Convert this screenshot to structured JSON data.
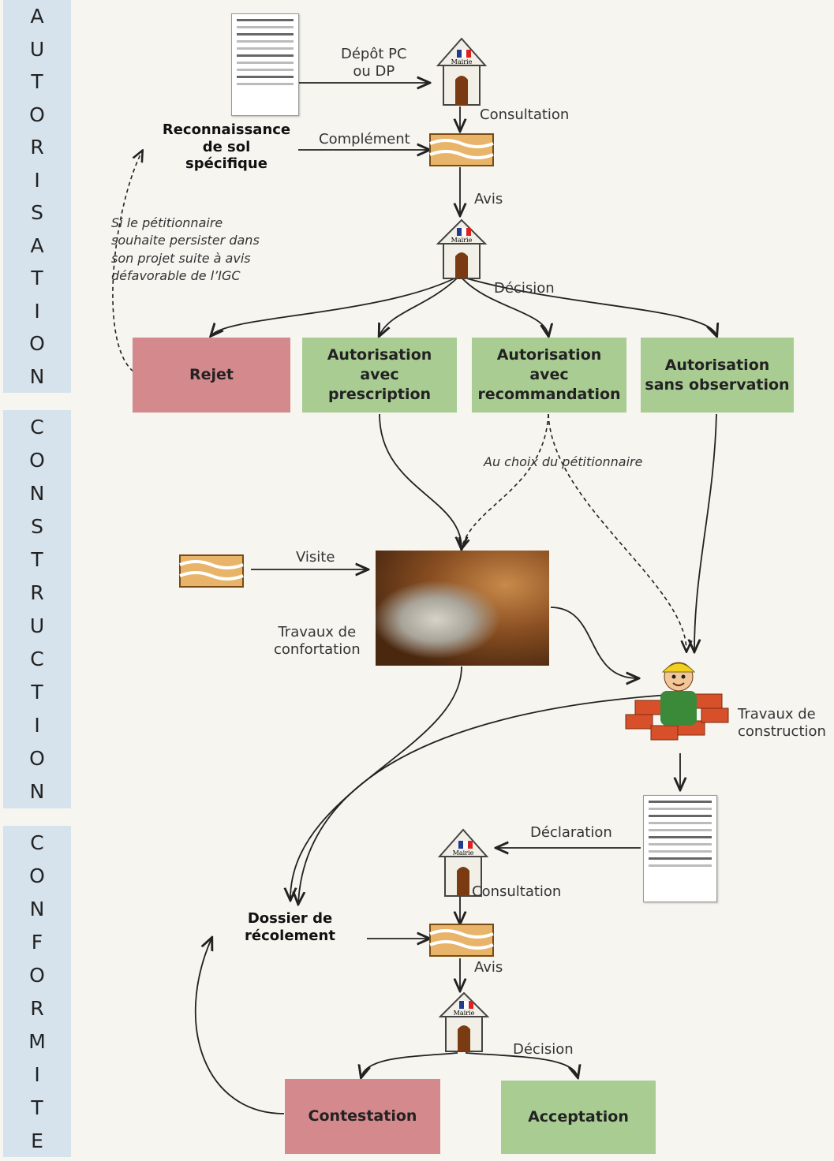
{
  "phases": {
    "autorisation": [
      "A",
      "U",
      "T",
      "O",
      "R",
      "I",
      "S",
      "A",
      "T",
      "I",
      "O",
      "N"
    ],
    "construction": [
      "C",
      "O",
      "N",
      "S",
      "T",
      "R",
      "U",
      "C",
      "T",
      "I",
      "O",
      "N"
    ],
    "conformite": [
      "C",
      "O",
      "N",
      "F",
      "O",
      "R",
      "M",
      "I",
      "T",
      "E"
    ]
  },
  "labels": {
    "depot": "Dépôt PC\nou DP",
    "consultation1": "Consultation",
    "reconnaissance": "Reconnaissance\nde sol\nspécifique",
    "complement": "Complément",
    "avis1": "Avis",
    "persister": "Si le pétitionnaire\nsouhaite persister dans\nson projet suite à avis\ndéfavorable de l’IGC",
    "decision1": "Décision",
    "au_choix": "Au choix du pétitionnaire",
    "visite": "Visite",
    "travaux_confortation": "Travaux de\nconfortation",
    "travaux_construction": "Travaux de\nconstruction",
    "declaration": "Déclaration",
    "consultation2": "Consultation",
    "dossier": "Dossier de\nrécolement",
    "avis2": "Avis",
    "decision2": "Décision",
    "mairie": "Mairie"
  },
  "boxes": {
    "rejet": "Rejet",
    "prescription": "Autorisation\navec\nprescription",
    "recommandation": "Autorisation\navec\nrecommandation",
    "sans_observation": "Autorisation\nsans observation",
    "contestation": "Contestation",
    "acceptation": "Acceptation"
  },
  "colors": {
    "phase_band": "#d6e2ec",
    "green_box": "#a9cc93",
    "red_box": "#d4898c"
  }
}
